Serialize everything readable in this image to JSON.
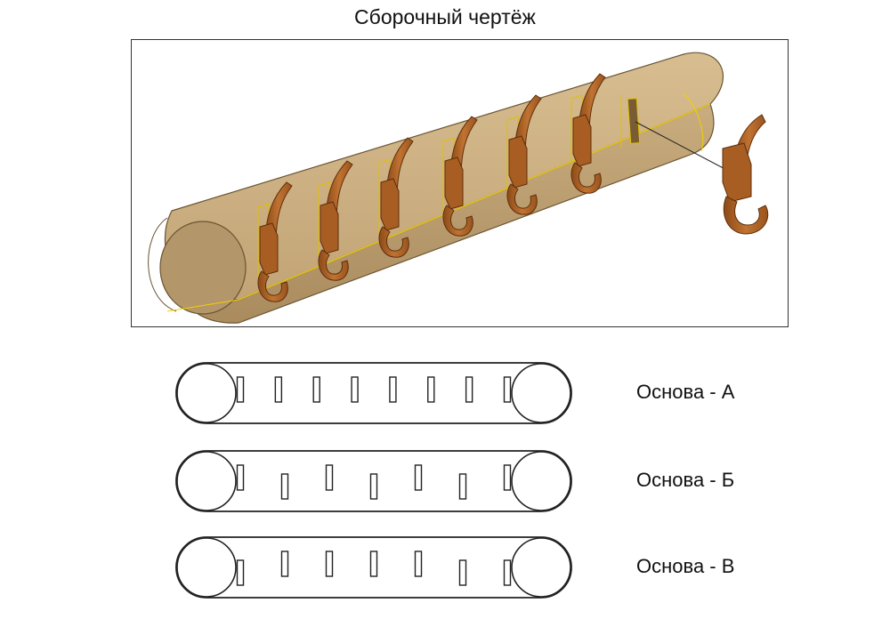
{
  "title": "Сборочный чертёж",
  "variants": [
    {
      "label": "Основа - А",
      "slots": [
        "top",
        "top",
        "top",
        "top",
        "top",
        "top",
        "top",
        "top"
      ]
    },
    {
      "label": "Основа - Б",
      "slots": [
        "top",
        "bottom",
        "top",
        "bottom",
        "top",
        "bottom",
        "top"
      ]
    },
    {
      "label": "Основа - В",
      "slots": [
        "bottom",
        "top",
        "top",
        "top",
        "top",
        "bottom",
        "bottom"
      ]
    }
  ],
  "colors": {
    "wood": "#c9ad7f",
    "wood_dark": "#9a7d52",
    "hook": "#b8682a",
    "hook_dark": "#7a3e12",
    "edge_highlight": "#f2d000",
    "outline": "#333333"
  },
  "icons": [
    "hanger-board",
    "coat-hook",
    "coat-hook-exploded"
  ]
}
